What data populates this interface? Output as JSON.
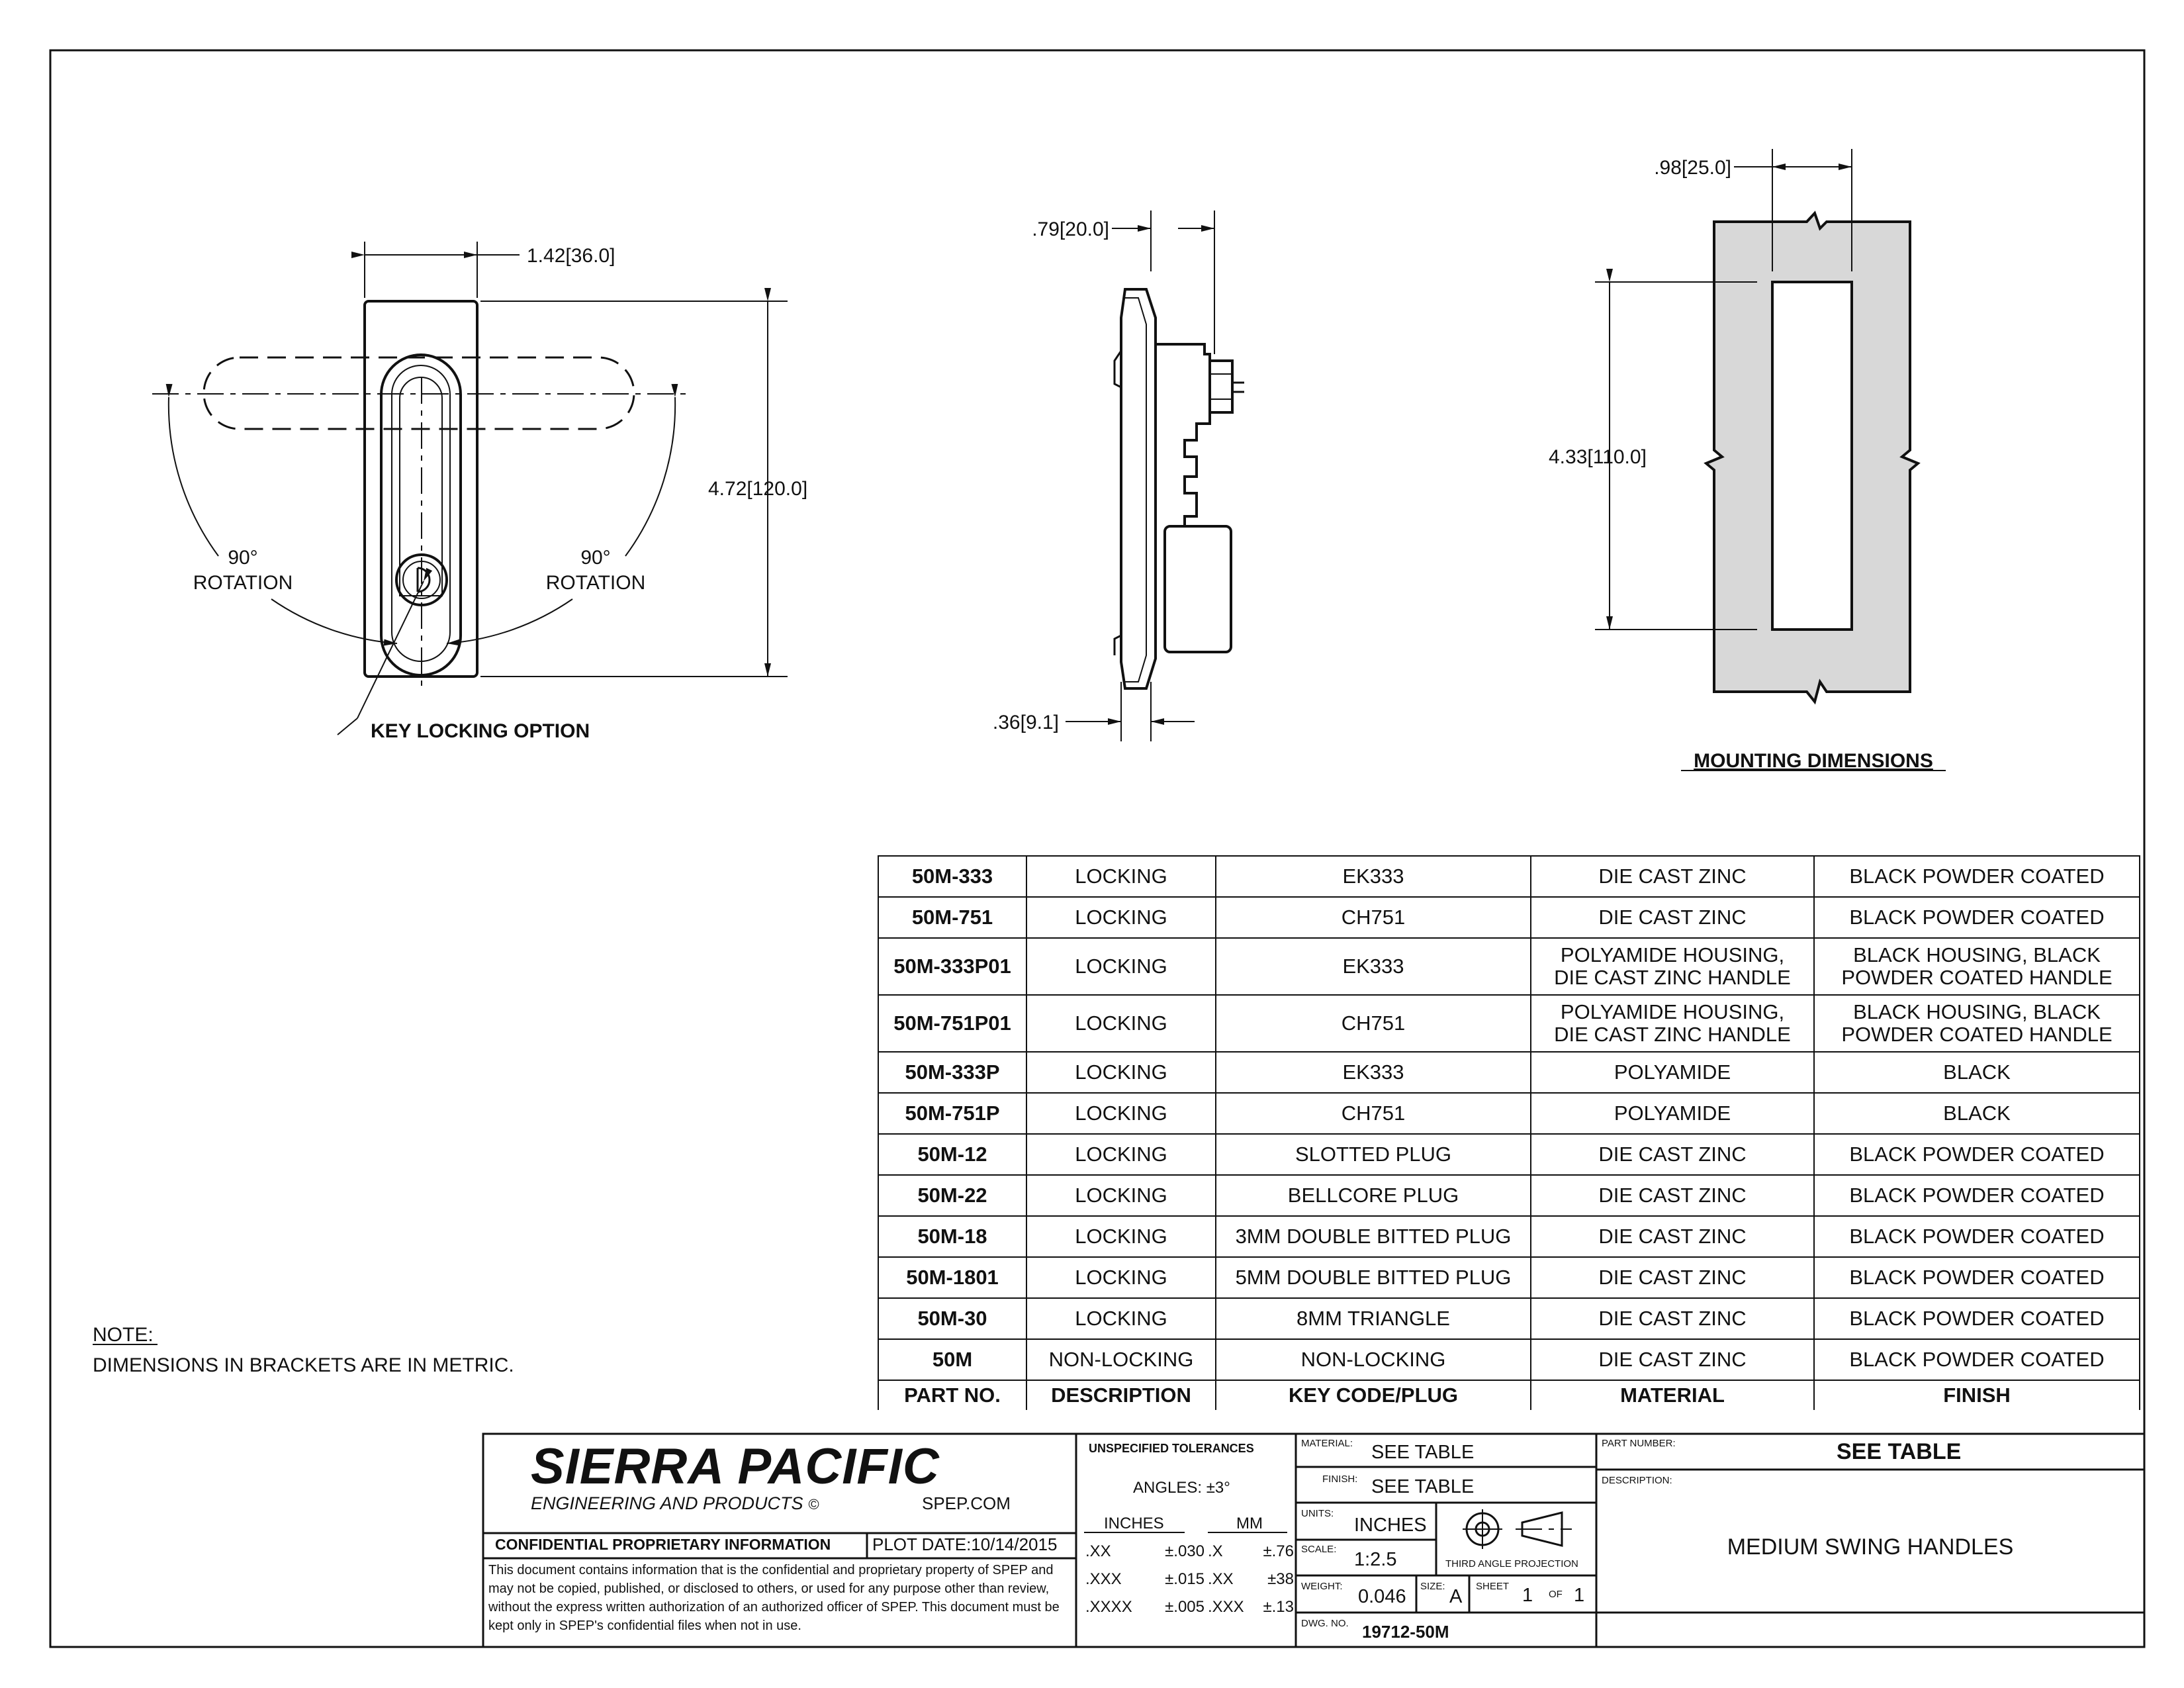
{
  "views": {
    "front": {
      "width_dim": "1.42",
      "width_dim_mm": "36.0",
      "height_dim": "4.72",
      "height_dim_mm": "120.0",
      "rotation_left_deg": "90°",
      "rotation_left_label": "ROTATION",
      "rotation_right_deg": "90°",
      "rotation_right_label": "ROTATION",
      "key_locking_label": "KEY LOCKING OPTION"
    },
    "side": {
      "depth_dim": ".79",
      "depth_dim_mm": "20.0",
      "flange_dim": ".36",
      "flange_dim_mm": "9.1"
    },
    "mounting": {
      "width_dim": ".98",
      "width_dim_mm": "25.0",
      "height_dim": "4.33",
      "height_dim_mm": "110.0",
      "title": "MOUNTING DIMENSIONS"
    }
  },
  "note": {
    "title": "NOTE:",
    "text": "DIMENSIONS IN BRACKETS ARE IN METRIC."
  },
  "parts_table": {
    "headers": [
      "PART NO.",
      "DESCRIPTION",
      "KEY CODE/PLUG",
      "MATERIAL",
      "FINISH"
    ],
    "rows": [
      {
        "part": "50M-333",
        "desc": "LOCKING",
        "key": "EK333",
        "material": "DIE CAST ZINC",
        "finish": "BLACK POWDER COATED"
      },
      {
        "part": "50M-751",
        "desc": "LOCKING",
        "key": "CH751",
        "material": "DIE CAST ZINC",
        "finish": "BLACK POWDER COATED"
      },
      {
        "part": "50M-333P01",
        "desc": "LOCKING",
        "key": "EK333",
        "material": "POLYAMIDE HOUSING,\nDIE CAST ZINC HANDLE",
        "finish": "BLACK HOUSING, BLACK\nPOWDER COATED HANDLE"
      },
      {
        "part": "50M-751P01",
        "desc": "LOCKING",
        "key": "CH751",
        "material": "POLYAMIDE HOUSING,\nDIE CAST ZINC HANDLE",
        "finish": "BLACK HOUSING, BLACK\nPOWDER COATED HANDLE"
      },
      {
        "part": "50M-333P",
        "desc": "LOCKING",
        "key": "EK333",
        "material": "POLYAMIDE",
        "finish": "BLACK"
      },
      {
        "part": "50M-751P",
        "desc": "LOCKING",
        "key": "CH751",
        "material": "POLYAMIDE",
        "finish": "BLACK"
      },
      {
        "part": "50M-12",
        "desc": "LOCKING",
        "key": "SLOTTED PLUG",
        "material": "DIE CAST ZINC",
        "finish": "BLACK POWDER COATED"
      },
      {
        "part": "50M-22",
        "desc": "LOCKING",
        "key": "BELLCORE PLUG",
        "material": "DIE CAST ZINC",
        "finish": "BLACK POWDER COATED"
      },
      {
        "part": "50M-18",
        "desc": "LOCKING",
        "key": "3MM DOUBLE BITTED PLUG",
        "material": "DIE CAST ZINC",
        "finish": "BLACK POWDER COATED"
      },
      {
        "part": "50M-1801",
        "desc": "LOCKING",
        "key": "5MM DOUBLE BITTED PLUG",
        "material": "DIE CAST ZINC",
        "finish": "BLACK POWDER COATED"
      },
      {
        "part": "50M-30",
        "desc": "LOCKING",
        "key": "8MM TRIANGLE",
        "material": "DIE CAST ZINC",
        "finish": "BLACK POWDER COATED"
      },
      {
        "part": "50M",
        "desc": "NON-LOCKING",
        "key": "NON-LOCKING",
        "material": "DIE CAST ZINC",
        "finish": "BLACK POWDER COATED"
      }
    ]
  },
  "title_block": {
    "company": "SIERRA PACIFIC",
    "company_sub": "ENGINEERING AND PRODUCTS",
    "copyright": "©",
    "website": "SPEP.COM",
    "confidential": "CONFIDENTIAL PROPRIETARY INFORMATION",
    "plot_date_label": "PLOT DATE:",
    "plot_date": "10/14/2015",
    "confidential_text": "This document contains information that is the confidential and proprietary property of SPEP and may not be copied, published, or disclosed to others, or used for any purpose other than review, without the express written authorization of an authorized officer of SPEP. This document must be kept only in SPEP's confidential files when not in use.",
    "tolerances_title": "UNSPECIFIED TOLERANCES",
    "angles": "ANGLES: ±3°",
    "inches_label": "INCHES",
    "mm_label": "MM",
    "tol_inches": [
      [
        ".XX",
        "±.030"
      ],
      [
        ".XXX",
        "±.015"
      ],
      [
        ".XXXX",
        "±.005"
      ]
    ],
    "tol_mm": [
      [
        ".X",
        "±.76"
      ],
      [
        ".XX",
        "±38"
      ],
      [
        ".XXX",
        "±.13"
      ]
    ],
    "material_label": "MATERIAL:",
    "material": "SEE TABLE",
    "finish_label": "FINISH:",
    "finish": "SEE TABLE",
    "units_label": "UNITS:",
    "units": "INCHES",
    "projection": "THIRD ANGLE PROJECTION",
    "scale_label": "SCALE:",
    "scale": "1:2.5",
    "weight_label": "WEIGHT:",
    "weight": "0.046",
    "size_label": "SIZE:",
    "size": "A",
    "sheet_label": "SHEET",
    "sheet": "1",
    "of_label": "OF",
    "sheet_total": "1",
    "dwg_label": "DWG. NO.",
    "dwg_no": "19712-50M",
    "part_number_label": "PART NUMBER:",
    "part_number": "SEE TABLE",
    "description_label": "DESCRIPTION:",
    "description": "MEDIUM SWING HANDLES"
  }
}
